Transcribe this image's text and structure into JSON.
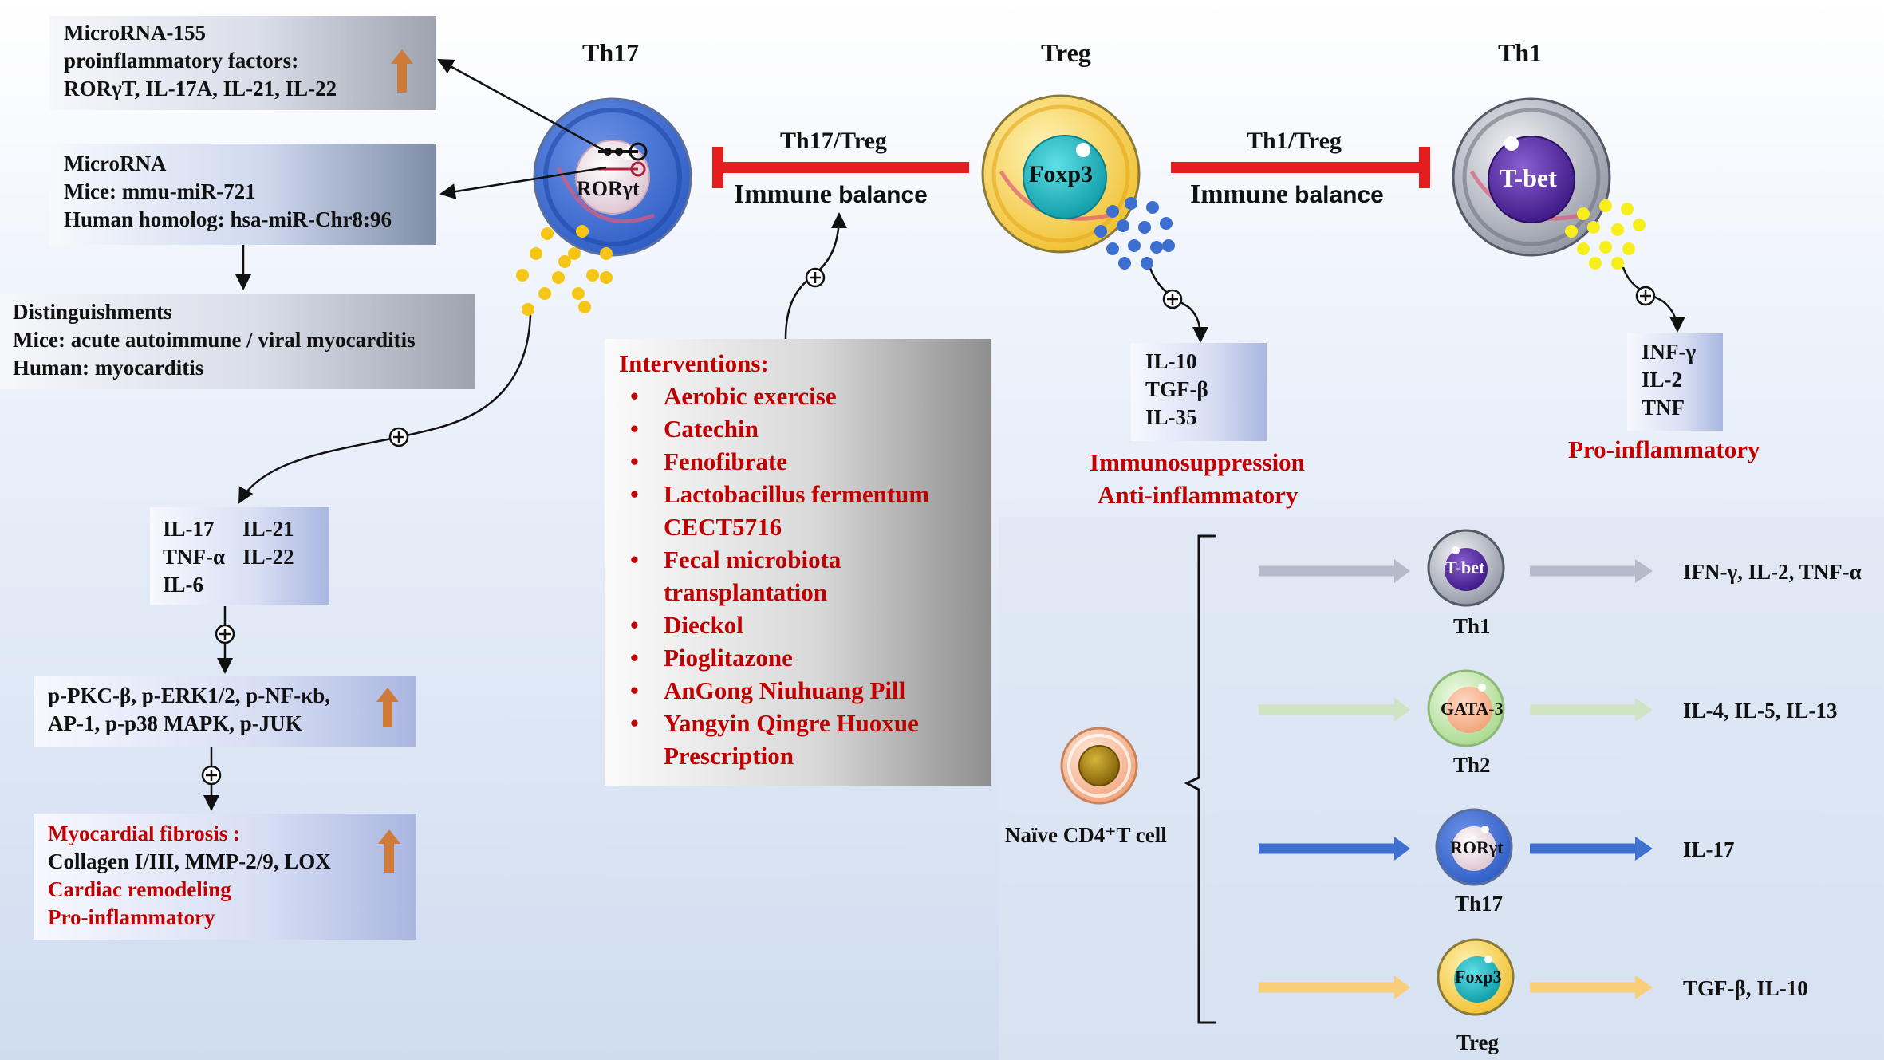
{
  "cells": {
    "th17": {
      "title": "Th17",
      "marker": "RORγt",
      "color": "#3f6fcf"
    },
    "treg": {
      "title": "Treg",
      "marker": "Foxp3",
      "color": "#f3c73a"
    },
    "th1": {
      "title": "Th1",
      "marker": "T-bet",
      "color": "#7a7f8c"
    }
  },
  "balances": {
    "left": {
      "ratio": "Th17/Treg",
      "label_bold": "Immune",
      "label_rest": " balance"
    },
    "right": {
      "ratio": "Th1/Treg",
      "label_bold": "Immune",
      "label_rest": " balance"
    }
  },
  "boxes": {
    "microrna155": {
      "lines": [
        "MicroRNA-155",
        "proinflammatory factors:",
        "RORγT, IL-17A, IL-21, IL-22"
      ]
    },
    "microrna": {
      "lines": [
        "MicroRNA",
        "Mice: mmu-miR-721",
        "Human homolog: hsa-miR-Chr8:96"
      ]
    },
    "distinguish": {
      "lines": [
        "Distinguishments",
        "Mice: acute autoimmune / viral myocarditis",
        "Human: myocarditis"
      ]
    },
    "cytokines_th17": {
      "col1": [
        "IL-17",
        "TNF-α",
        "IL-6"
      ],
      "col2": [
        "IL-21",
        "IL-22"
      ]
    },
    "signaling": {
      "lines": [
        "p-PKC-β, p-ERK1/2, p-NF-κb,",
        "AP-1, p-p38 MAPK, p-JUK"
      ]
    },
    "fibrosis": {
      "line1": "Myocardial fibrosis :",
      "line2": "Collagen I/III, MMP-2/9, LOX",
      "line3": "Cardiac remodeling",
      "line4": "Pro-inflammatory"
    },
    "interventions": {
      "title": "Interventions:",
      "items": [
        "Aerobic exercise",
        "Catechin",
        "Fenofibrate",
        "Lactobacillus fermentum CECT5716",
        "Fecal microbiota transplantation",
        "Dieckol",
        "Pioglitazone",
        "AnGong Niuhuang Pill",
        "Yangyin Qingre Huoxue Prescription"
      ]
    },
    "treg_cytokines": {
      "lines": [
        "IL-10",
        "TGF-β",
        "IL-35"
      ]
    },
    "th1_cytokines": {
      "lines": [
        "INF-γ",
        "IL-2",
        "TNF"
      ]
    }
  },
  "effects": {
    "treg_1": "Immunosuppression",
    "treg_2": "Anti-inflammatory",
    "th1": "Pro-inflammatory"
  },
  "differentiation": {
    "naive": "Naïve CD4⁺T cell",
    "rows": [
      {
        "cell": "Th1",
        "marker": "T-bet",
        "output": "IFN-γ, IL-2, TNF-α",
        "arrow_color": "#b4bccb",
        "cell_color": "#6b3fa8"
      },
      {
        "cell": "Th2",
        "marker": "GATA-3",
        "output": "IL-4, IL-5, IL-13",
        "arrow_color": "#cfe4c2",
        "cell_color": "#a7d98c"
      },
      {
        "cell": "Th17",
        "marker": "RORγt",
        "output": "IL-17",
        "arrow_color": "#3f6fcf",
        "cell_color": "#3f6fcf"
      },
      {
        "cell": "Treg",
        "marker": "Foxp3",
        "output": "TGF-β, IL-10",
        "arrow_color": "#f8cf78",
        "cell_color": "#f3c73a"
      }
    ]
  },
  "colors": {
    "inhibit": "#e41e1e",
    "up_arrow": "#d07a3a",
    "il_dots_yellow": "#f5c518",
    "treg_dots_blue": "#3d6fd0",
    "th1_dots_yellow": "#f6ef1c"
  }
}
